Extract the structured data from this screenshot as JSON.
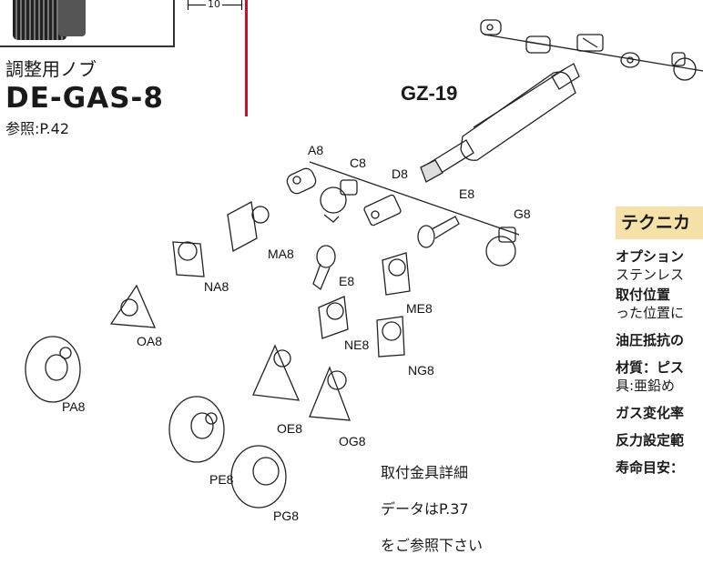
{
  "knob": {
    "label": "調整用ノブ",
    "model": "DE-GAS-8",
    "reference": "参照:P.42",
    "dimension": "10"
  },
  "gas_spring": {
    "model": "GZ-19"
  },
  "parts": [
    "A8",
    "C8",
    "D8",
    "E8",
    "G8",
    "MA8",
    "NA8",
    "E8",
    "ME8",
    "OA8",
    "NE8",
    "NG8",
    "PA8",
    "OE8",
    "OG8",
    "PE8",
    "PG8"
  ],
  "detail_note": {
    "line1": "取付金具詳細",
    "line2": "データはP.37",
    "line3": "をご参照下さい"
  },
  "technical": {
    "heading": "テクニカ",
    "lines": [
      {
        "text": "オプション",
        "bold": true
      },
      {
        "text": "ステンレス",
        "bold": false
      },
      {
        "text": "取付位置 ",
        "bold": true
      },
      {
        "text": "った位置に",
        "bold": false
      },
      {
        "text": "油圧抵抗の",
        "bold": true
      },
      {
        "text": "材質：ピス",
        "bold": true
      },
      {
        "text": "具:亜鉛め",
        "bold": false
      },
      {
        "text": "ガス変化率",
        "bold": true
      },
      {
        "text": "反力設定範",
        "bold": true
      },
      {
        "text": "寿命目安：",
        "bold": true
      }
    ]
  }
}
